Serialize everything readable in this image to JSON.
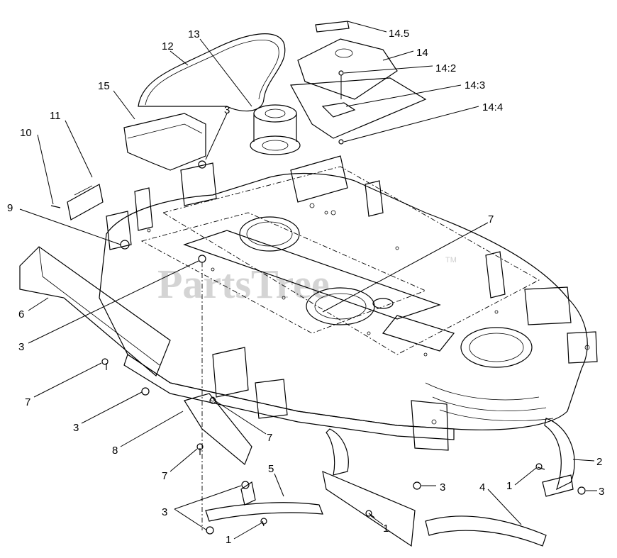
{
  "watermark": {
    "text": "PartsTree",
    "tm": "TM"
  },
  "callouts": [
    {
      "id": "c-14-5",
      "label": "14.5"
    },
    {
      "id": "c-14",
      "label": "14"
    },
    {
      "id": "c-14-2",
      "label": "14:2"
    },
    {
      "id": "c-14-3",
      "label": "14:3"
    },
    {
      "id": "c-14-4",
      "label": "14:4"
    },
    {
      "id": "c-13",
      "label": "13"
    },
    {
      "id": "c-12",
      "label": "12"
    },
    {
      "id": "c-15",
      "label": "15"
    },
    {
      "id": "c-3a",
      "label": "3"
    },
    {
      "id": "c-11",
      "label": "11"
    },
    {
      "id": "c-10",
      "label": "10"
    },
    {
      "id": "c-9",
      "label": "9"
    },
    {
      "id": "c-7a",
      "label": "7"
    },
    {
      "id": "c-6",
      "label": "6"
    },
    {
      "id": "c-3b",
      "label": "3"
    },
    {
      "id": "c-7b",
      "label": "7"
    },
    {
      "id": "c-3c",
      "label": "3"
    },
    {
      "id": "c-8",
      "label": "8"
    },
    {
      "id": "c-7c",
      "label": "7"
    },
    {
      "id": "c-7d",
      "label": "7"
    },
    {
      "id": "c-5",
      "label": "5"
    },
    {
      "id": "c-3d",
      "label": "3"
    },
    {
      "id": "c-1a",
      "label": "1"
    },
    {
      "id": "c-3e",
      "label": "3"
    },
    {
      "id": "c-1b",
      "label": "1"
    },
    {
      "id": "c-4",
      "label": "4"
    },
    {
      "id": "c-1c",
      "label": "1"
    },
    {
      "id": "c-2",
      "label": "2"
    },
    {
      "id": "c-3f",
      "label": "3"
    }
  ]
}
